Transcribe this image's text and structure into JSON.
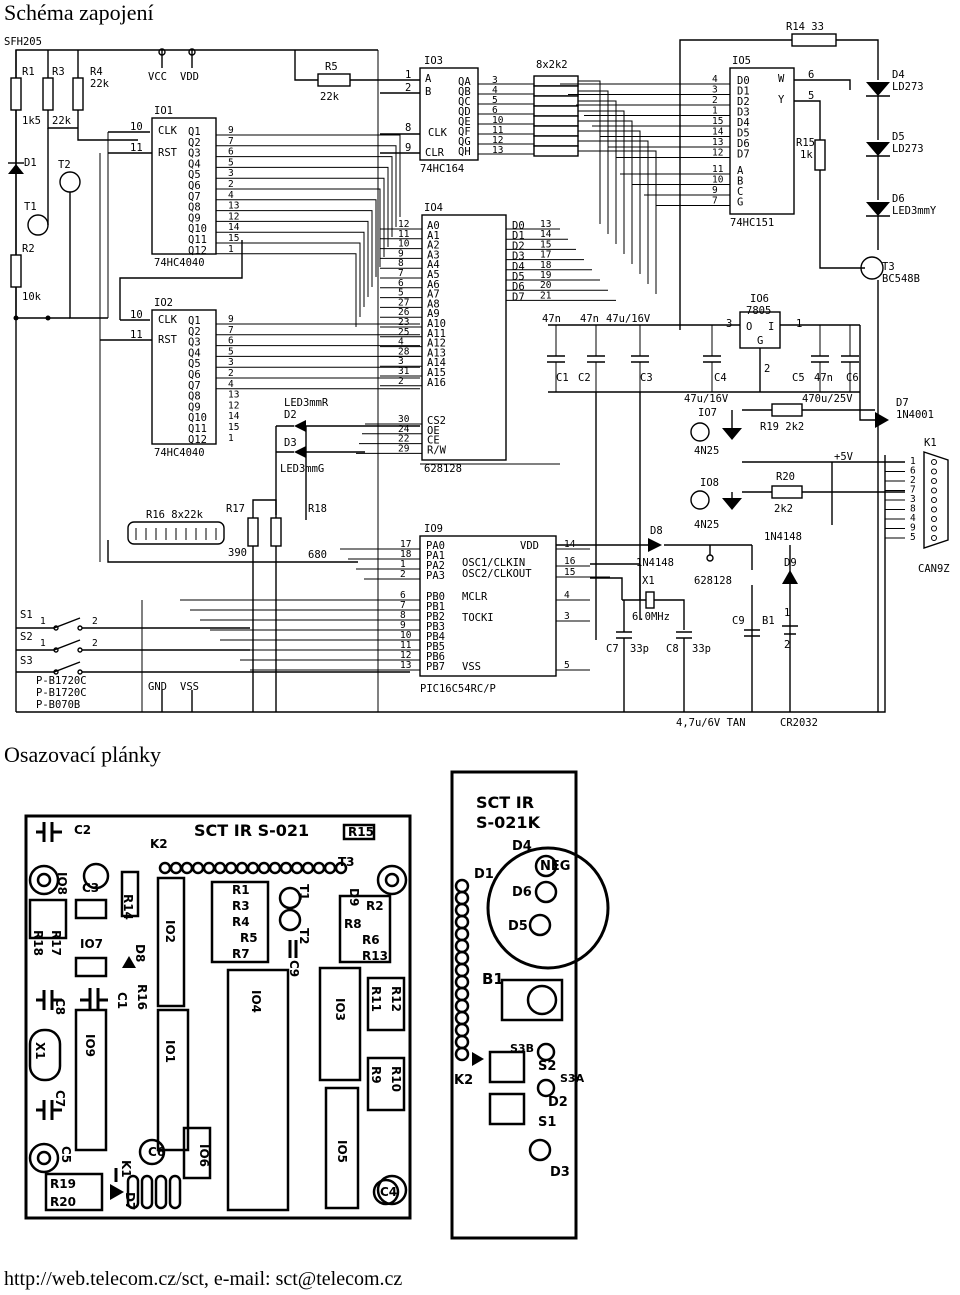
{
  "titles": {
    "schematic": "Schéma zapojení",
    "layouts": "Osazovací plánky"
  },
  "footer": "http://web.telecom.cz/sct, e-mail: sct@telecom.cz",
  "schematic": {
    "labels": {
      "sfh": "SFH205",
      "r1": "R1",
      "r3": "R3",
      "r4": "R4",
      "r4v": "22k",
      "r1v": "1k5",
      "r3v": "22k",
      "d1": "D1",
      "t1": "T1",
      "t2": "T2",
      "r2": "R2",
      "r2v": "10k",
      "vcc": "VCC",
      "vdd": "VDD",
      "r5": "R5",
      "r5v": "22k",
      "io1": "IO1",
      "io1t": "74HC4040",
      "io2": "IO2",
      "io2t": "74HC4040",
      "io3": "IO3",
      "io3t": "74HC164",
      "io4": "IO4",
      "io4t": "628128",
      "io5": "IO5",
      "io5t": "74HC151",
      "io6": "IO6",
      "io6t": "7805",
      "io7": "IO7",
      "io7t": "4N25",
      "io8": "IO8",
      "io8t": "4N25",
      "io9": "IO9",
      "io9t": "PIC16C54RC/P",
      "rn": "8x2k2",
      "r14": "R14 33",
      "r15": "R15",
      "r15v": "1k",
      "d4": "D4",
      "d4v": "LD273",
      "d5": "D5",
      "d5v": "LD273",
      "d6": "D6",
      "d6v": "LED3mmY",
      "t3": "T3",
      "t3v": "BC548B",
      "c1": "C1",
      "c2": "C2",
      "c3": "C3",
      "c4": "C4",
      "c5": "C5",
      "c6": "C6",
      "c1v": "47n",
      "c2v": "47n",
      "c3v": "47u/16V",
      "c4v": "47u/16V",
      "c5v": "47n",
      "c6v": "470u/25V",
      "d7": "D7",
      "d7v": "1N4001",
      "r19": "R19 2k2",
      "r20": "R20",
      "r20v": "2k2",
      "p5v": "+5V",
      "k1": "K1",
      "k1t": "CAN9Z",
      "d2": "D2",
      "d2v": "LED3mmR",
      "d3": "D3",
      "d3v": "LED3mmG",
      "r16": "R16 8x22k",
      "r17": "R17",
      "r17v": "390",
      "r18": "R18",
      "r18v": "680",
      "d8": "D8",
      "d8v": "1N4148",
      "d9": "D9",
      "d9v": "1N4148",
      "x1": "X1",
      "x1v": "6.0MHz",
      "c7": "C7",
      "c7v": "33p",
      "c8": "C8",
      "c8v": "33p",
      "c9": "C9",
      "b1": "B1",
      "ref628": "628128",
      "s1": "S1",
      "s2": "S2",
      "s3": "S3",
      "sw1": "P-B1720C",
      "sw2": "P-B1720C",
      "sw3": "P-B070B",
      "gnd": "GND",
      "vss": "VSS",
      "tan": "4,7u/6V TAN",
      "cr": "CR2032"
    },
    "io1_pins_left": [
      "CLK",
      "RST"
    ],
    "io1_pins_right": [
      "Q1",
      "Q2",
      "Q3",
      "Q4",
      "Q5",
      "Q6",
      "Q7",
      "Q8",
      "Q9",
      "Q10",
      "Q11",
      "Q12"
    ],
    "io1_pin_nums": [
      "9",
      "7",
      "6",
      "5",
      "3",
      "2",
      "4",
      "13",
      "12",
      "14",
      "15",
      "1"
    ],
    "io3_pins_right": [
      "QA",
      "QB",
      "QC",
      "QD",
      "QE",
      "QF",
      "QG",
      "QH"
    ],
    "io3_pin_nums": [
      "3",
      "4",
      "5",
      "6",
      "10",
      "11",
      "12",
      "13"
    ],
    "io4_pins_left": [
      "A0",
      "A1",
      "A2",
      "A3",
      "A4",
      "A5",
      "A6",
      "A7",
      "A8",
      "A9",
      "A10",
      "A11",
      "A12",
      "A13",
      "A14",
      "A15",
      "A16"
    ],
    "io4_nums_left": [
      "12",
      "11",
      "10",
      "9",
      "8",
      "7",
      "6",
      "5",
      "27",
      "26",
      "23",
      "25",
      "4",
      "28",
      "3",
      "31",
      "2"
    ],
    "io4_ctrl": [
      "CS2",
      "OE",
      "CE",
      "R/W"
    ],
    "io4_ctrl_nums": [
      "30",
      "24",
      "22",
      "29"
    ],
    "io4_pins_right": [
      "D0",
      "D1",
      "D2",
      "D3",
      "D4",
      "D5",
      "D6",
      "D7"
    ],
    "io4_nums_right": [
      "13",
      "14",
      "15",
      "17",
      "18",
      "19",
      "20",
      "21"
    ],
    "io5_pins": [
      "D0",
      "D1",
      "D2",
      "D3",
      "D4",
      "D5",
      "D6",
      "D7"
    ],
    "io5_nums": [
      "4",
      "3",
      "2",
      "1",
      "15",
      "14",
      "13",
      "12"
    ],
    "io5_sel": [
      "A",
      "B",
      "C",
      "G"
    ],
    "io5_sel_nums": [
      "11",
      "10",
      "9",
      "7"
    ],
    "io9_pins_left": [
      "PA0",
      "PA1",
      "PA2",
      "PA3",
      "PB0",
      "PB1",
      "PB2",
      "PB3",
      "PB4",
      "PB5",
      "PB6",
      "PB7"
    ],
    "io9_nums_left": [
      "17",
      "18",
      "1",
      "2",
      "6",
      "7",
      "8",
      "9",
      "10",
      "11",
      "12",
      "13"
    ],
    "io9_pins_right": [
      "VDD",
      "OSC1/CLKIN",
      "OSC2/CLKOUT",
      "MCLR",
      "TOCKI",
      "VSS"
    ],
    "io9_nums_right": [
      "14",
      "16",
      "15",
      "4",
      "3",
      "5"
    ],
    "k1_pins": [
      "1",
      "6",
      "2",
      "7",
      "3",
      "8",
      "4",
      "9",
      "5"
    ]
  },
  "pcb_main": {
    "title": "SCT IR S-021",
    "labels": [
      "C2",
      "R15",
      "K2",
      "IO8",
      "C3",
      "R14",
      "IO2",
      "R1",
      "R3",
      "R4",
      "R5",
      "R7",
      "T1",
      "T2",
      "T3",
      "D9",
      "R2",
      "R8",
      "R6",
      "R13",
      "R18",
      "R17",
      "IO7",
      "D8",
      "C9",
      "C8",
      "R16",
      "C1",
      "IO4",
      "IO3",
      "R11",
      "R12",
      "X1",
      "IO9",
      "IO1",
      "R9",
      "R10",
      "C7",
      "C6",
      "IO6",
      "IO5",
      "C5",
      "K1",
      "R19",
      "R20",
      "D7",
      "C4"
    ]
  },
  "pcb_small": {
    "title1": "SCT IR",
    "title2": "S-021K",
    "labels": [
      "D4",
      "NEG",
      "D1",
      "D6",
      "D5",
      "B1",
      "S3B",
      "S2",
      "S3A",
      "K2",
      "D2",
      "S1",
      "D3"
    ]
  }
}
